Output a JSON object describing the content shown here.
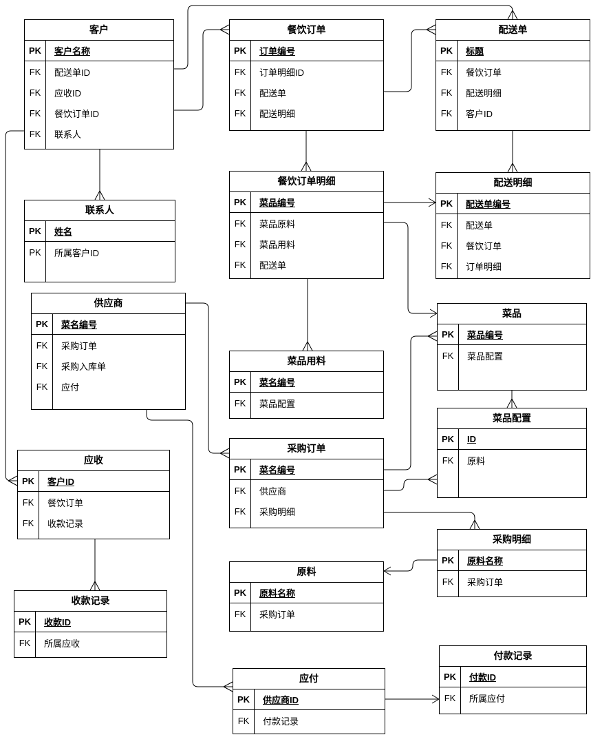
{
  "diagram_type": "entity-relationship-diagram",
  "colors": {
    "background": "#ffffff",
    "line": "#000000",
    "text": "#000000",
    "entity_fill": "#ffffff"
  },
  "entities": [
    {
      "id": "customer",
      "title": "客户",
      "pk": {
        "key": "PK",
        "label": "客户名称"
      },
      "rows": [
        {
          "key": "FK",
          "label": "配送单ID"
        },
        {
          "key": "FK",
          "label": "应收ID"
        },
        {
          "key": "FK",
          "label": "餐饮订单ID"
        },
        {
          "key": "FK",
          "label": "联系人"
        }
      ]
    },
    {
      "id": "catering-order",
      "title": "餐饮订单",
      "pk": {
        "key": "PK",
        "label": "订单编号"
      },
      "rows": [
        {
          "key": "FK",
          "label": "订单明细ID"
        },
        {
          "key": "FK",
          "label": "配送单"
        },
        {
          "key": "FK",
          "label": "配送明细"
        }
      ]
    },
    {
      "id": "delivery-order",
      "title": "配送单",
      "pk": {
        "key": "PK",
        "label": "标题"
      },
      "rows": [
        {
          "key": "FK",
          "label": "餐饮订单"
        },
        {
          "key": "FK",
          "label": "配送明细"
        },
        {
          "key": "FK",
          "label": "客户ID"
        }
      ]
    },
    {
      "id": "catering-order-detail",
      "title": "餐饮订单明细",
      "pk": {
        "key": "PK",
        "label": "菜品编号"
      },
      "rows": [
        {
          "key": "FK",
          "label": "菜品原料"
        },
        {
          "key": "FK",
          "label": "菜品用料"
        },
        {
          "key": "FK",
          "label": "配送单"
        }
      ]
    },
    {
      "id": "delivery-detail",
      "title": "配送明细",
      "pk": {
        "key": "PK",
        "label": "配送单编号"
      },
      "rows": [
        {
          "key": "FK",
          "label": "配送单"
        },
        {
          "key": "FK",
          "label": "餐饮订单"
        },
        {
          "key": "FK",
          "label": "订单明细"
        }
      ]
    },
    {
      "id": "contact",
      "title": "联系人",
      "pk": {
        "key": "PK",
        "label": "姓名"
      },
      "rows": [
        {
          "key": "PK",
          "label": "所属客户ID"
        }
      ]
    },
    {
      "id": "supplier",
      "title": "供应商",
      "pk": {
        "key": "PK",
        "label": "菜名编号"
      },
      "rows": [
        {
          "key": "FK",
          "label": "采购订单"
        },
        {
          "key": "FK",
          "label": "采购入库单"
        },
        {
          "key": "FK",
          "label": "应付"
        }
      ]
    },
    {
      "id": "dish",
      "title": "菜品",
      "pk": {
        "key": "PK",
        "label": "菜品编号"
      },
      "rows": [
        {
          "key": "FK",
          "label": "菜品配置"
        }
      ]
    },
    {
      "id": "dish-config",
      "title": "菜品配置",
      "pk": {
        "key": "PK",
        "label": "ID"
      },
      "rows": [
        {
          "key": "FK",
          "label": "原料"
        }
      ]
    },
    {
      "id": "dish-usage",
      "title": "菜品用料",
      "pk": {
        "key": "PK",
        "label": "菜名编号"
      },
      "rows": [
        {
          "key": "FK",
          "label": "菜品配置"
        }
      ]
    },
    {
      "id": "purchase-order",
      "title": "采购订单",
      "pk": {
        "key": "PK",
        "label": "菜名编号"
      },
      "rows": [
        {
          "key": "FK",
          "label": "供应商"
        },
        {
          "key": "FK",
          "label": "采购明细"
        }
      ]
    },
    {
      "id": "receivable",
      "title": "应收",
      "pk": {
        "key": "PK",
        "label": "客户ID"
      },
      "rows": [
        {
          "key": "FK",
          "label": "餐饮订单"
        },
        {
          "key": "FK",
          "label": "收款记录"
        }
      ]
    },
    {
      "id": "receipt-record",
      "title": "收款记录",
      "pk": {
        "key": "PK",
        "label": "收款ID"
      },
      "rows": [
        {
          "key": "FK",
          "label": "所属应收"
        }
      ]
    },
    {
      "id": "raw-material",
      "title": "原料",
      "pk": {
        "key": "PK",
        "label": "原料名称"
      },
      "rows": [
        {
          "key": "FK",
          "label": "采购订单"
        }
      ]
    },
    {
      "id": "purchase-detail",
      "title": "采购明细",
      "pk": {
        "key": "PK",
        "label": "原料名称"
      },
      "rows": [
        {
          "key": "FK",
          "label": "采购订单"
        }
      ]
    },
    {
      "id": "payable",
      "title": "应付",
      "pk": {
        "key": "PK",
        "label": "供应商ID"
      },
      "rows": [
        {
          "key": "FK",
          "label": "付款记录"
        }
      ]
    },
    {
      "id": "payment-record",
      "title": "付款记录",
      "pk": {
        "key": "PK",
        "label": "付款ID"
      },
      "rows": [
        {
          "key": "FK",
          "label": "所属应付"
        }
      ]
    }
  ],
  "relationships": [
    {
      "from": "客户.配送单ID",
      "to": "配送单",
      "end_marker": "crow-foot"
    },
    {
      "from": "客户.餐饮订单ID",
      "to": "餐饮订单",
      "end_marker": "crow-foot"
    },
    {
      "from": "客户.联系人",
      "to": "应收.客户ID",
      "end_marker": "crow-foot"
    },
    {
      "from": "客户",
      "to": "联系人",
      "end_marker": "crow-foot"
    },
    {
      "from": "餐饮订单.配送单",
      "to": "配送单",
      "end_marker": "crow-foot"
    },
    {
      "from": "餐饮订单",
      "to": "餐饮订单明细",
      "end_marker": "crow-foot"
    },
    {
      "from": "配送单",
      "to": "配送明细",
      "end_marker": "crow-foot"
    },
    {
      "from": "餐饮订单明细.菜品编号",
      "to": "配送明细.配送单编号",
      "end_marker": "arrow"
    },
    {
      "from": "餐饮订单明细.菜品原料",
      "to": "菜品",
      "end_marker": "arrow"
    },
    {
      "from": "餐饮订单明细",
      "to": "菜品用料",
      "end_marker": "crow-foot"
    },
    {
      "from": "菜品",
      "to": "菜品配置",
      "end_marker": "crow-foot"
    },
    {
      "from": "供应商",
      "to": "采购订单",
      "end_marker": "crow-foot"
    },
    {
      "from": "供应商",
      "to": "应付",
      "end_marker": "crow-foot"
    },
    {
      "from": "应收",
      "to": "收款记录",
      "end_marker": "crow-foot"
    },
    {
      "from": "采购订单.菜名编号",
      "to": "菜品.菜品编号",
      "end_marker": "crow-foot"
    },
    {
      "from": "采购订单.供应商",
      "to": "菜品配置",
      "end_marker": "crow-foot"
    },
    {
      "from": "采购订单.采购明细",
      "to": "采购明细",
      "end_marker": "crow-foot"
    },
    {
      "from": "采购明细.原料名称",
      "to": "原料",
      "end_marker": "arrow"
    },
    {
      "from": "应付.供应商ID",
      "to": "付款记录.所属应付",
      "end_marker": "arrow"
    }
  ]
}
